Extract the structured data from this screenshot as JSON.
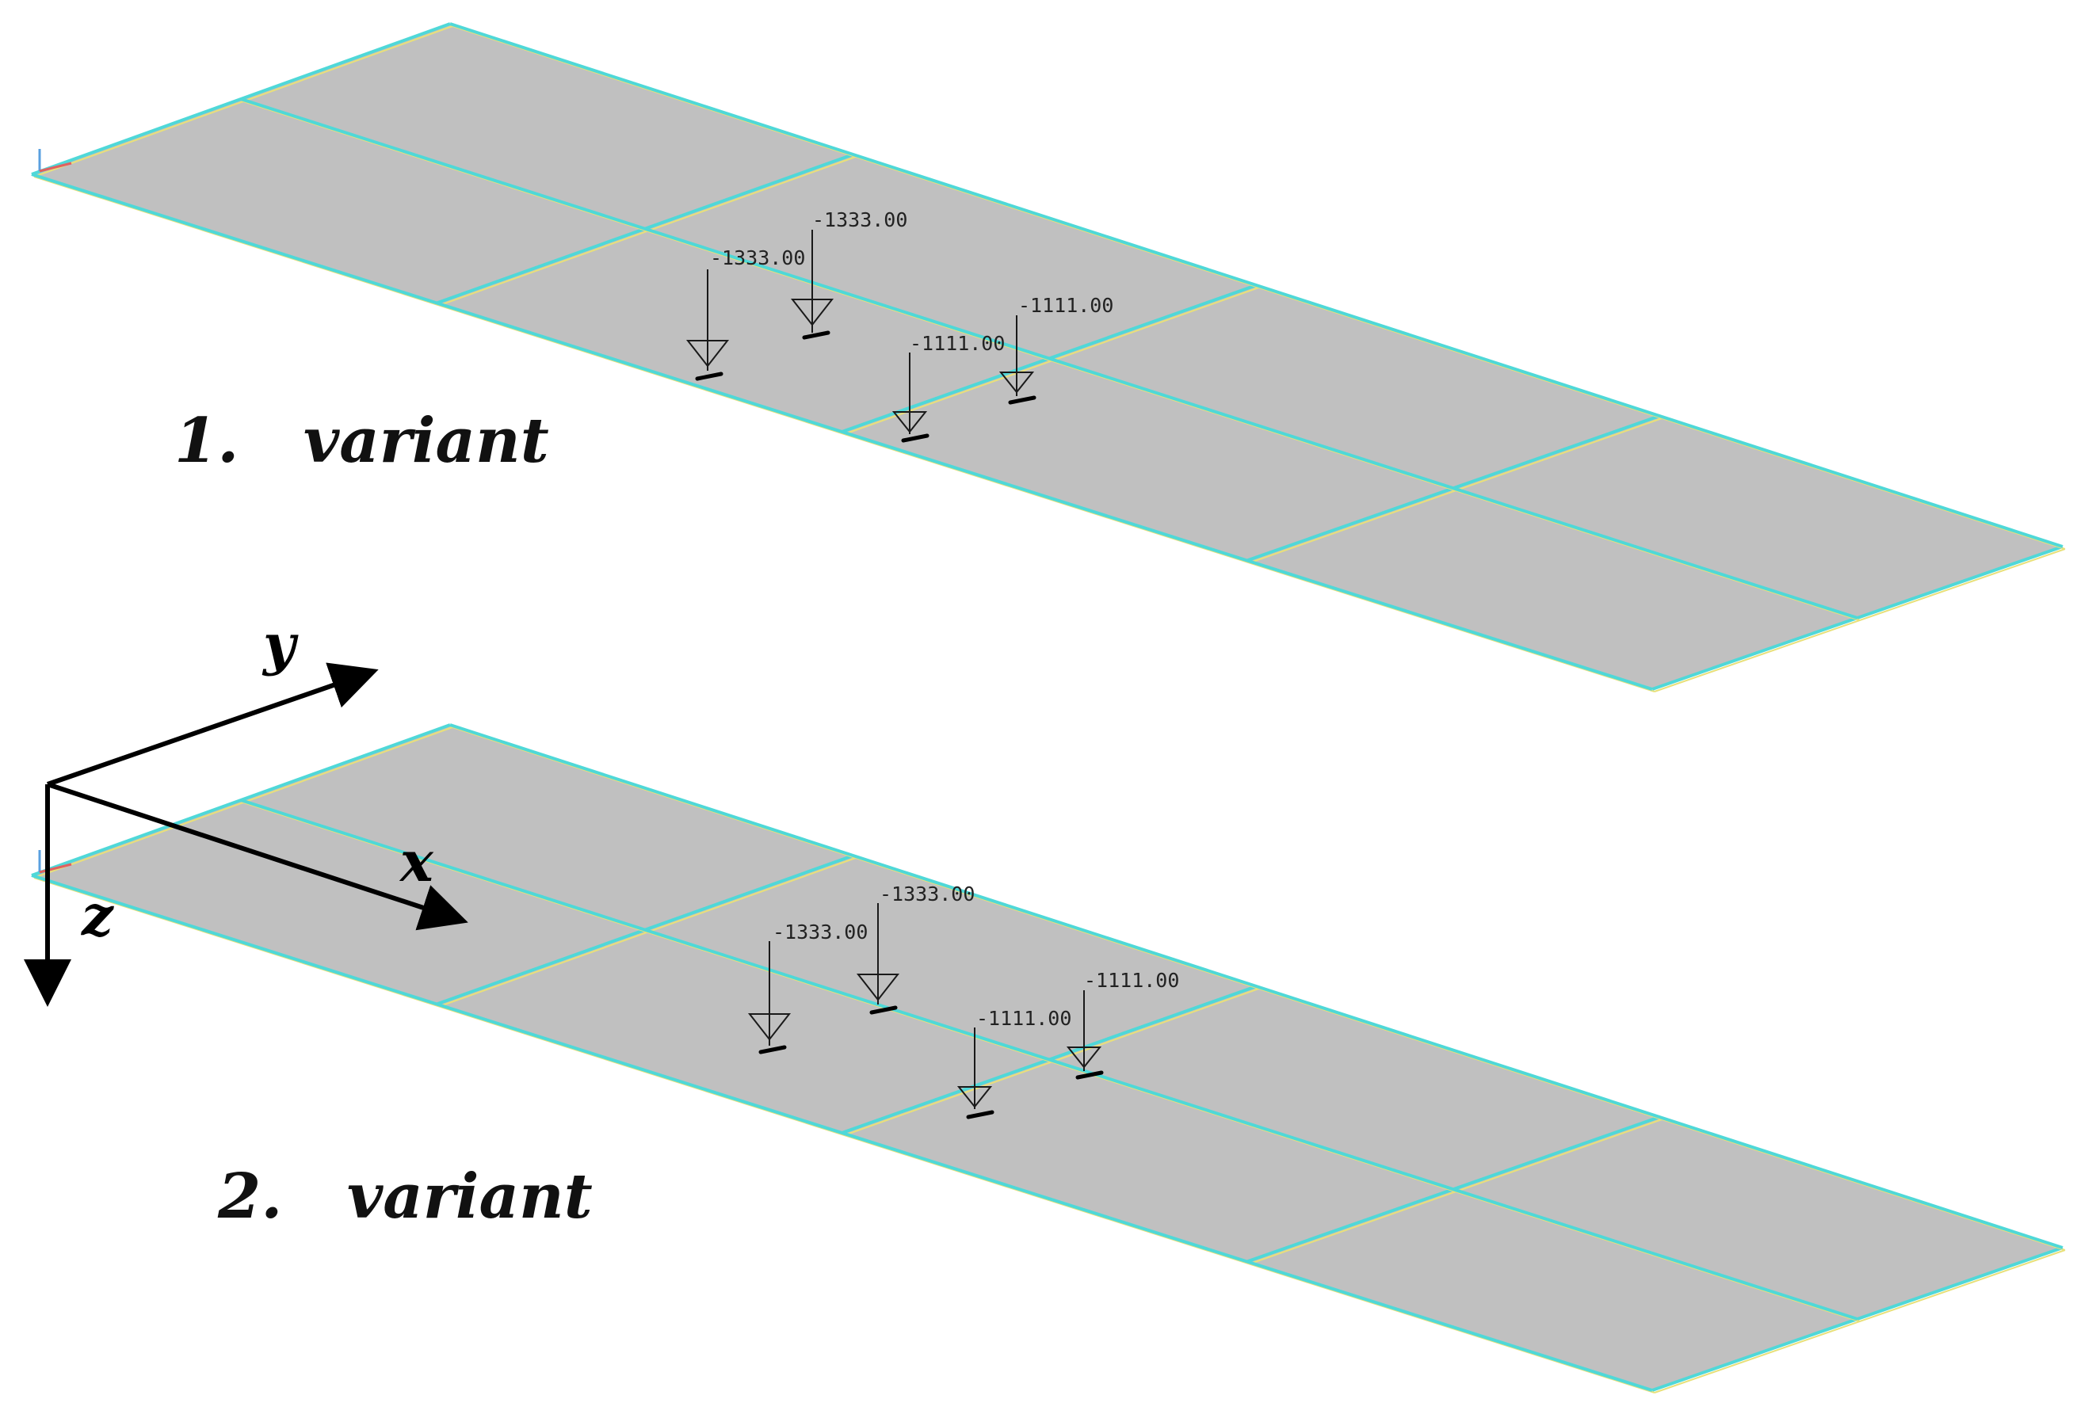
{
  "colors": {
    "plate": "#c0c0c0",
    "edge_cyan": "#4fd8d8",
    "edge_yellow": "#e8e07a",
    "axis": "#000000",
    "label": "#111111"
  },
  "axes": {
    "x_label": "x",
    "y_label": "y",
    "z_label": "z"
  },
  "variants": [
    {
      "label": "1.   variant",
      "loads": [
        {
          "value": "-1333.00"
        },
        {
          "value": "-1333.00"
        },
        {
          "value": "-1111.00"
        },
        {
          "value": "-1111.00"
        }
      ]
    },
    {
      "label": "2.   variant",
      "loads": [
        {
          "value": "-1333.00"
        },
        {
          "value": "-1333.00"
        },
        {
          "value": "-1111.00"
        },
        {
          "value": "-1111.00"
        }
      ]
    }
  ]
}
